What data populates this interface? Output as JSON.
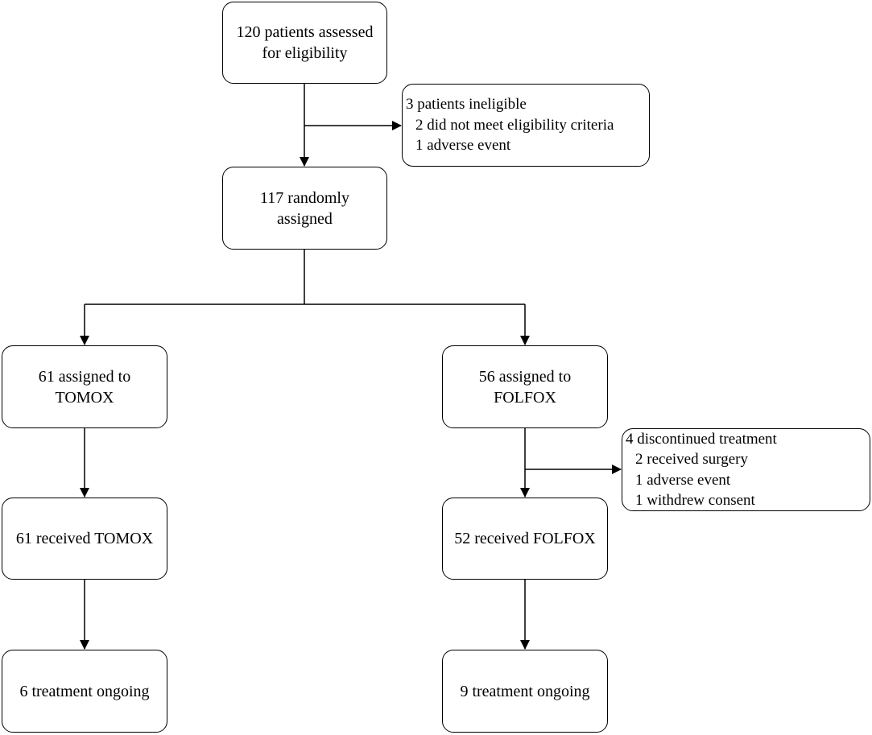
{
  "nodes": {
    "screened": {
      "lines": [
        "120 patients assessed",
        "for eligibility"
      ]
    },
    "ineligible": {
      "heading": "3 patients ineligible",
      "reasons": [
        "2 did not meet eligibility criteria",
        "1 adverse event"
      ]
    },
    "randomized": {
      "lines": [
        "117 randomly",
        "assigned"
      ]
    },
    "tomox_assigned": {
      "lines": [
        "61 assigned to",
        "TOMOX"
      ]
    },
    "folfox_assigned": {
      "lines": [
        "56 assigned to",
        "FOLFOX"
      ]
    },
    "discontinued": {
      "heading": "4 discontinued treatment",
      "reasons": [
        "2 received surgery",
        "1 adverse event",
        "1 withdrew consent"
      ]
    },
    "tomox_received": {
      "lines": [
        "61 received TOMOX"
      ]
    },
    "folfox_received": {
      "lines": [
        "52 received FOLFOX"
      ]
    },
    "tomox_ongoing": {
      "lines": [
        "6 treatment ongoing"
      ]
    },
    "folfox_ongoing": {
      "lines": [
        "9 treatment ongoing"
      ]
    }
  },
  "colors": {
    "line": "#000000",
    "box_border": "#000000",
    "background": "#ffffff",
    "text": "#000000"
  }
}
